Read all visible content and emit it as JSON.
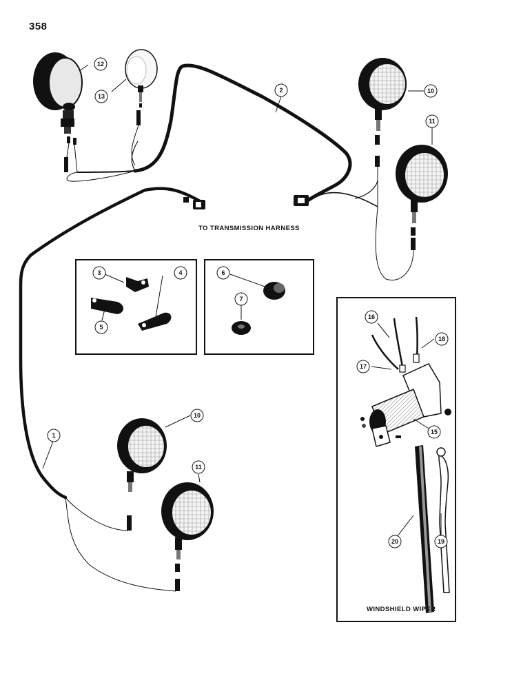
{
  "page_number": "358",
  "captions": {
    "transmission": "TO TRANSMISSION HARNESS",
    "wiper": "WINDSHIELD WIPER"
  },
  "callouts": {
    "c1": "1",
    "c2": "2",
    "c3": "3",
    "c4": "4",
    "c5": "5",
    "c6": "6",
    "c7": "7",
    "c10a": "10",
    "c10b": "10",
    "c11a": "11",
    "c11b": "11",
    "c12": "12",
    "c13": "13",
    "c15": "15",
    "c16": "16",
    "c17": "17",
    "c18": "18",
    "c19": "19",
    "c20": "20"
  }
}
